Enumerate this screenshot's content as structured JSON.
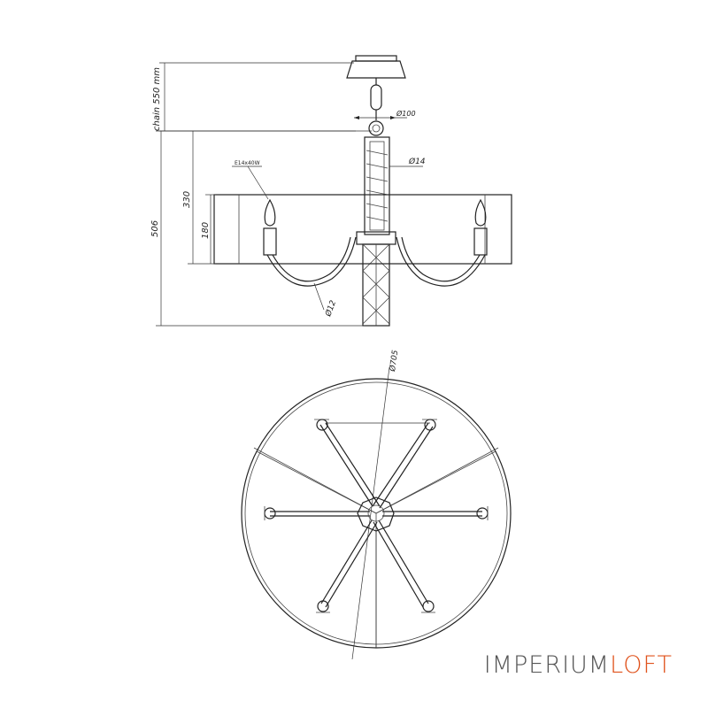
{
  "dimensions": {
    "chain": "chain 550 mm",
    "total_height": "506",
    "height_330": "330",
    "height_180": "180",
    "canopy_diameter": "Ø100",
    "stem_diameter": "Ø14",
    "arm_diameter": "Ø12",
    "shade_diameter": "Ø705",
    "lamp_spec": "E14x40W"
  },
  "brand": {
    "part1": "IMPERIUM",
    "part2": "LOFT",
    "part1_color": "#555555",
    "part2_color": "#e0531d"
  }
}
